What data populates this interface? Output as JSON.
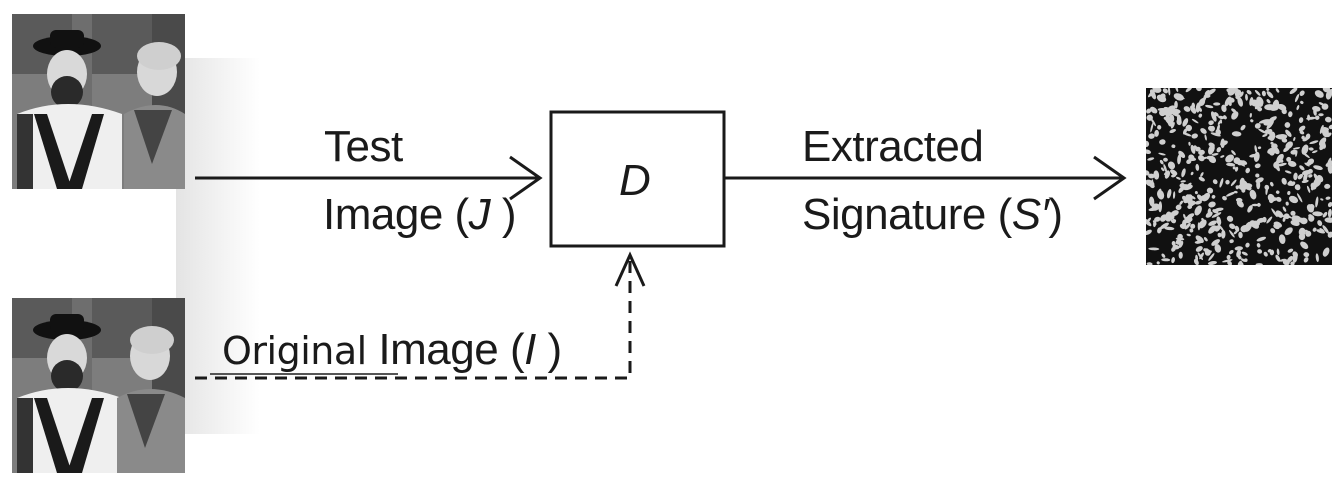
{
  "diagram": {
    "detector_label": "D",
    "test_image": {
      "line1": "Test",
      "line2_prefix": "Image (",
      "symbol": "J",
      "line2_suffix": " )"
    },
    "extracted": {
      "line1": "Extracted",
      "line2_prefix": "Signature (",
      "symbol": "S′",
      "line2_suffix": ")"
    },
    "original": {
      "word1": "Original",
      "word2_prefix": " Image (",
      "symbol": "I",
      "word2_suffix": " )"
    }
  }
}
